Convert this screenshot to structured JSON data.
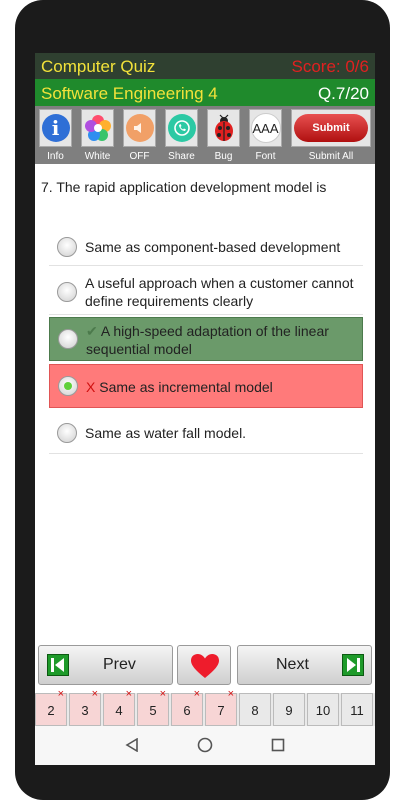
{
  "header": {
    "title": "Computer Quiz",
    "score": "Score: 0/6",
    "subject": "Software Engineering 4",
    "question_number": "Q.7/20"
  },
  "toolbar": {
    "info": "Info",
    "white": "White",
    "off": "OFF",
    "share": "Share",
    "bug": "Bug",
    "font": "Font",
    "font_glyph": "AAA",
    "submit_button": "Submit",
    "submit_all": "Submit All"
  },
  "question": {
    "text": "7. The rapid application development model is"
  },
  "options": [
    {
      "text": "Same as component-based development"
    },
    {
      "text": "A useful approach when a customer cannot define requirements clearly"
    },
    {
      "mark": "✔",
      "text": "A high-speed adaptation of the linear sequential model"
    },
    {
      "mark": "X",
      "text": "Same as incremental model"
    },
    {
      "text": "Same as water fall model."
    }
  ],
  "nav": {
    "prev": "Prev",
    "next": "Next"
  },
  "question_bar": {
    "wrong_mark": "×",
    "items": [
      "2",
      "3",
      "4",
      "5",
      "6",
      "7",
      "8",
      "9",
      "10",
      "11"
    ]
  },
  "colors": {
    "correct": "#6b9a6a",
    "wrong": "#ff7a7a",
    "header_dark": "#2f4030",
    "header_green": "#1f8a2c",
    "title_yellow": "#f2e23a",
    "score_red": "#e02020"
  },
  "icons": [
    "info-icon",
    "color-flower-icon",
    "speaker-off-icon",
    "whatsapp-icon",
    "ladybug-icon",
    "font-size-icon",
    "heart-icon",
    "arrow-left-icon",
    "arrow-right-icon",
    "back-icon",
    "home-icon",
    "recents-icon"
  ]
}
